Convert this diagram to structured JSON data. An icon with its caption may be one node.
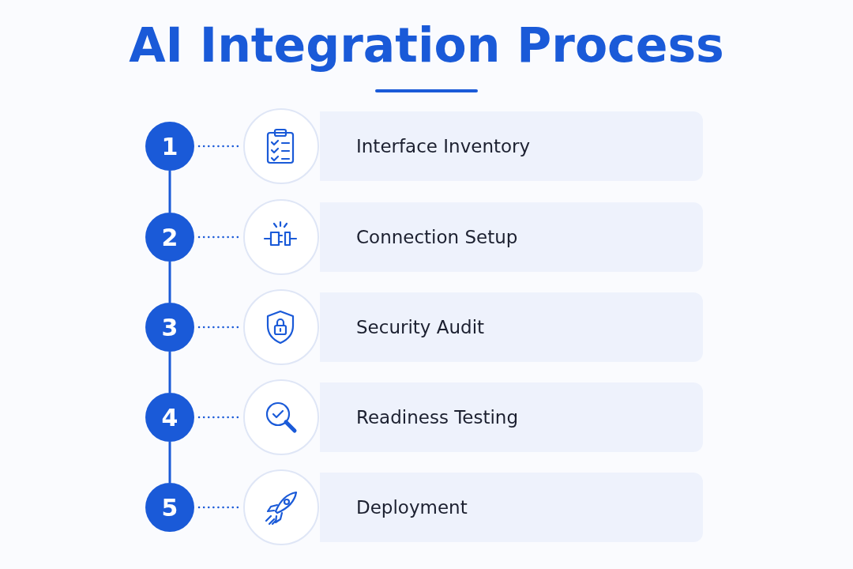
{
  "diagram": {
    "title": "AI Integration Process",
    "nodes": [
      {
        "text": [
          "1"
        ]
      },
      {
        "text": [],
        "shape": "circle"
      },
      {
        "text": [
          "Interface Inventory"
        ]
      },
      {
        "text": [
          "2"
        ]
      },
      {
        "text": [],
        "shape": "circle"
      },
      {
        "text": [
          "Connection Setup"
        ]
      },
      {
        "text": [
          "3"
        ]
      },
      {
        "text": [],
        "shape": "circle"
      },
      {
        "text": [
          "Security Audit"
        ]
      },
      {
        "text": [
          "4"
        ]
      },
      {
        "text": [],
        "shape": "circle"
      },
      {
        "text": [
          "Readiness Testing"
        ]
      },
      {
        "text": [
          "5"
        ]
      },
      {
        "text": [],
        "shape": "circle"
      },
      {
        "text": [
          "Deployment"
        ]
      }
    ],
    "edges": [
      {
        "from": 0,
        "to": 1,
        "arrow": "none",
        "style": "dashed"
      },
      {
        "from": 0,
        "to": 3,
        "arrow": "none"
      },
      {
        "from": 3,
        "to": 4,
        "arrow": "none",
        "style": "dashed"
      },
      {
        "from": 3,
        "to": 6,
        "arrow": "none"
      },
      {
        "from": 6,
        "to": 7,
        "arrow": "none",
        "style": "dashed"
      },
      {
        "from": 6,
        "to": 9,
        "arrow": "none"
      },
      {
        "from": 9,
        "to": 10,
        "arrow": "none",
        "style": "dashed"
      },
      {
        "from": 9,
        "to": 12,
        "arrow": "none"
      },
      {
        "from": 12,
        "to": 13,
        "arrow": "none",
        "style": "dashed"
      }
    ]
  }
}
